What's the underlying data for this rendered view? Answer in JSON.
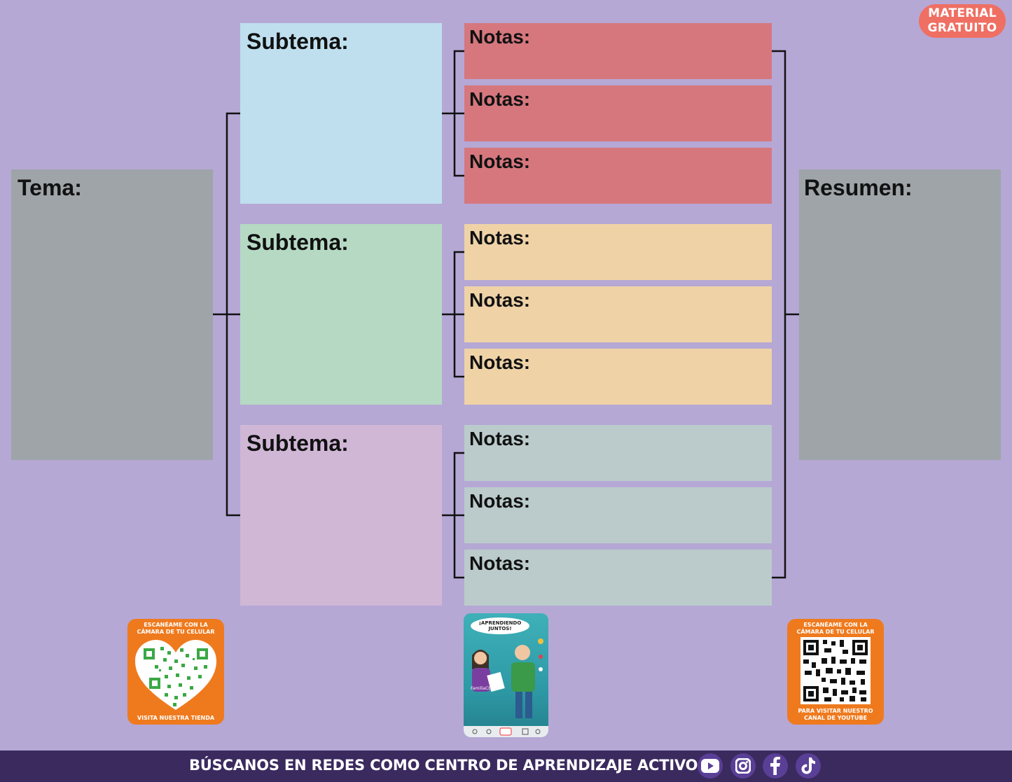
{
  "badge": {
    "line1": "MATERIAL",
    "line2": "GRATUITO"
  },
  "tema": {
    "label": "Tema:"
  },
  "resumen": {
    "label": "Resumen:"
  },
  "groups": [
    {
      "subtema_label": "Subtema:",
      "notes": [
        "Notas:",
        "Notas:",
        "Notas:"
      ]
    },
    {
      "subtema_label": "Subtema:",
      "notes": [
        "Notas:",
        "Notas:",
        "Notas:"
      ]
    },
    {
      "subtema_label": "Subtema:",
      "notes": [
        "Notas:",
        "Notas:",
        "Notas:"
      ]
    }
  ],
  "colors": {
    "background": "#b5a8d5",
    "tema": "#9ea4a8",
    "resumen": "#9ea4a8",
    "subtema": [
      "#bfdfee",
      "#b6d9c4",
      "#d0b7d6"
    ],
    "notes": [
      "#d6777e",
      "#efd3a7",
      "#bbcbcb"
    ],
    "badge": "#ef6f63",
    "footer": "#3a2a5e",
    "qr_card": "#ef7a1e"
  },
  "qr_store": {
    "top": "ESCANÉAME CON LA CÁMARA DE TU CELULAR",
    "bottom": "VISITA NUESTRA TIENDA",
    "icon": "heart-qr-icon"
  },
  "qr_youtube": {
    "top": "ESCANÉAME CON LA CÁMARA DE TU CELULAR",
    "bottom": "PARA VISITAR NUESTRO CANAL DE YOUTUBE",
    "icon": "qr-code-icon"
  },
  "phone": {
    "bubble": "¡APRENDIENDO JUNTOS!",
    "handle": "FamiliaCEAA"
  },
  "footer": {
    "text": "BÚSCANOS EN REDES COMO CENTRO DE APRENDIZAJE ACTIVO",
    "icons": [
      "youtube-icon",
      "instagram-icon",
      "facebook-icon",
      "tiktok-icon"
    ]
  }
}
